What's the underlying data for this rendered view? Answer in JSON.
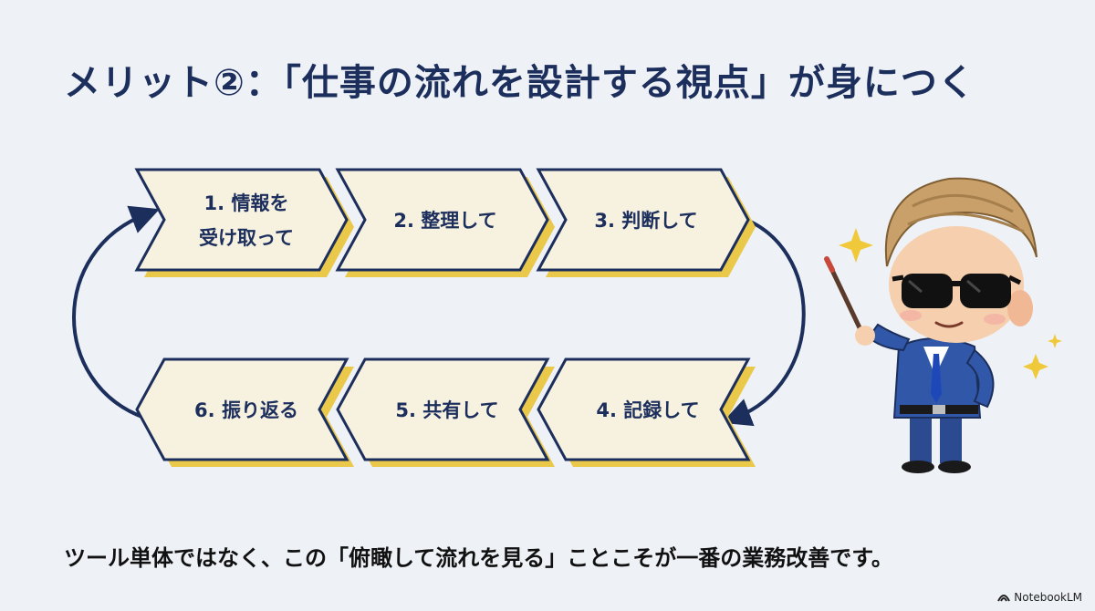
{
  "title": "メリット②：「仕事の流れを設計する視点」が身につく",
  "steps": {
    "s1_line1": "1. 情報を",
    "s1_line2": "受け取って",
    "s2": "2. 整理して",
    "s3": "3. 判断して",
    "s4": "4. 記録して",
    "s5": "5. 共有して",
    "s6": "6. 振り返る"
  },
  "footer": "ツール単体ではなく、この「俯瞰して流れを見る」ことこそが一番の業務改善です。",
  "brand": "NotebookLM",
  "colors": {
    "navy": "#1c2e5c",
    "cream": "#f7f1df",
    "gold": "#e9c84a",
    "background": "#eef1f6"
  },
  "icons": [
    "notebooklm-logo-icon",
    "sparkle-icon",
    "pointer-stick-icon"
  ]
}
